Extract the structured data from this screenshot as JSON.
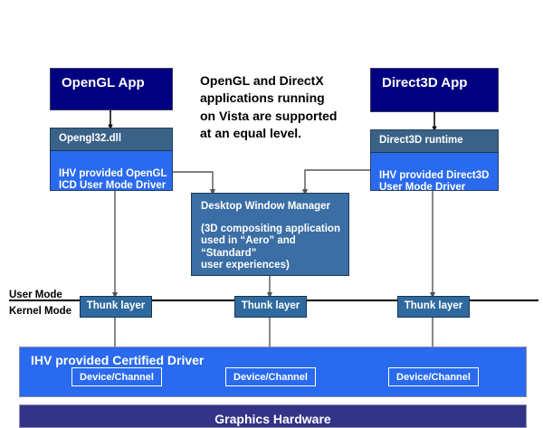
{
  "diagram": {
    "title": "Windows Vista OpenGL and DirectX driver stack",
    "colors": {
      "app_fill": "#000080",
      "runtime_header_fill": "#3a6287",
      "user_mode_driver_fill": "#2a6aee",
      "dwm_fill": "#3a6ea5",
      "thunk_fill": "#2f6a9f",
      "certified_driver_fill": "#2a6aee",
      "graphics_hardware_fill": "#333388",
      "connector_stroke": "#555555",
      "divider_stroke": "#000000",
      "box_text": "#ffffff",
      "note_text": "#000000",
      "background": "#ffffff"
    },
    "note": "OpenGL and DirectX\napplications running\non Vista are supported\nat an equal level.",
    "opengl_stack": {
      "app_label": "OpenGL App",
      "runtime_label": "Opengl32.dll",
      "user_mode_driver_label": "IHV provided OpenGL\nICD User Mode Driver"
    },
    "direct3d_stack": {
      "app_label": "Direct3D App",
      "runtime_label": "Direct3D runtime",
      "user_mode_driver_label": "IHV provided Direct3D\nUser Mode Driver"
    },
    "dwm": {
      "title": "Desktop Window Manager",
      "description": "(3D compositing application\nused in “Aero” and “Standard”\nuser experiences)"
    },
    "mode_labels": {
      "user_mode": "User Mode",
      "kernel_mode": "Kernel Mode"
    },
    "thunk_layers": [
      {
        "label": "Thunk layer"
      },
      {
        "label": "Thunk layer"
      },
      {
        "label": "Thunk layer"
      }
    ],
    "kernel": {
      "certified_driver_label": "IHV provided Certified Driver",
      "device_channels": [
        {
          "label": "Device/Channel"
        },
        {
          "label": "Device/Channel"
        },
        {
          "label": "Device/Channel"
        }
      ],
      "graphics_hardware_label": "Graphics Hardware"
    }
  }
}
